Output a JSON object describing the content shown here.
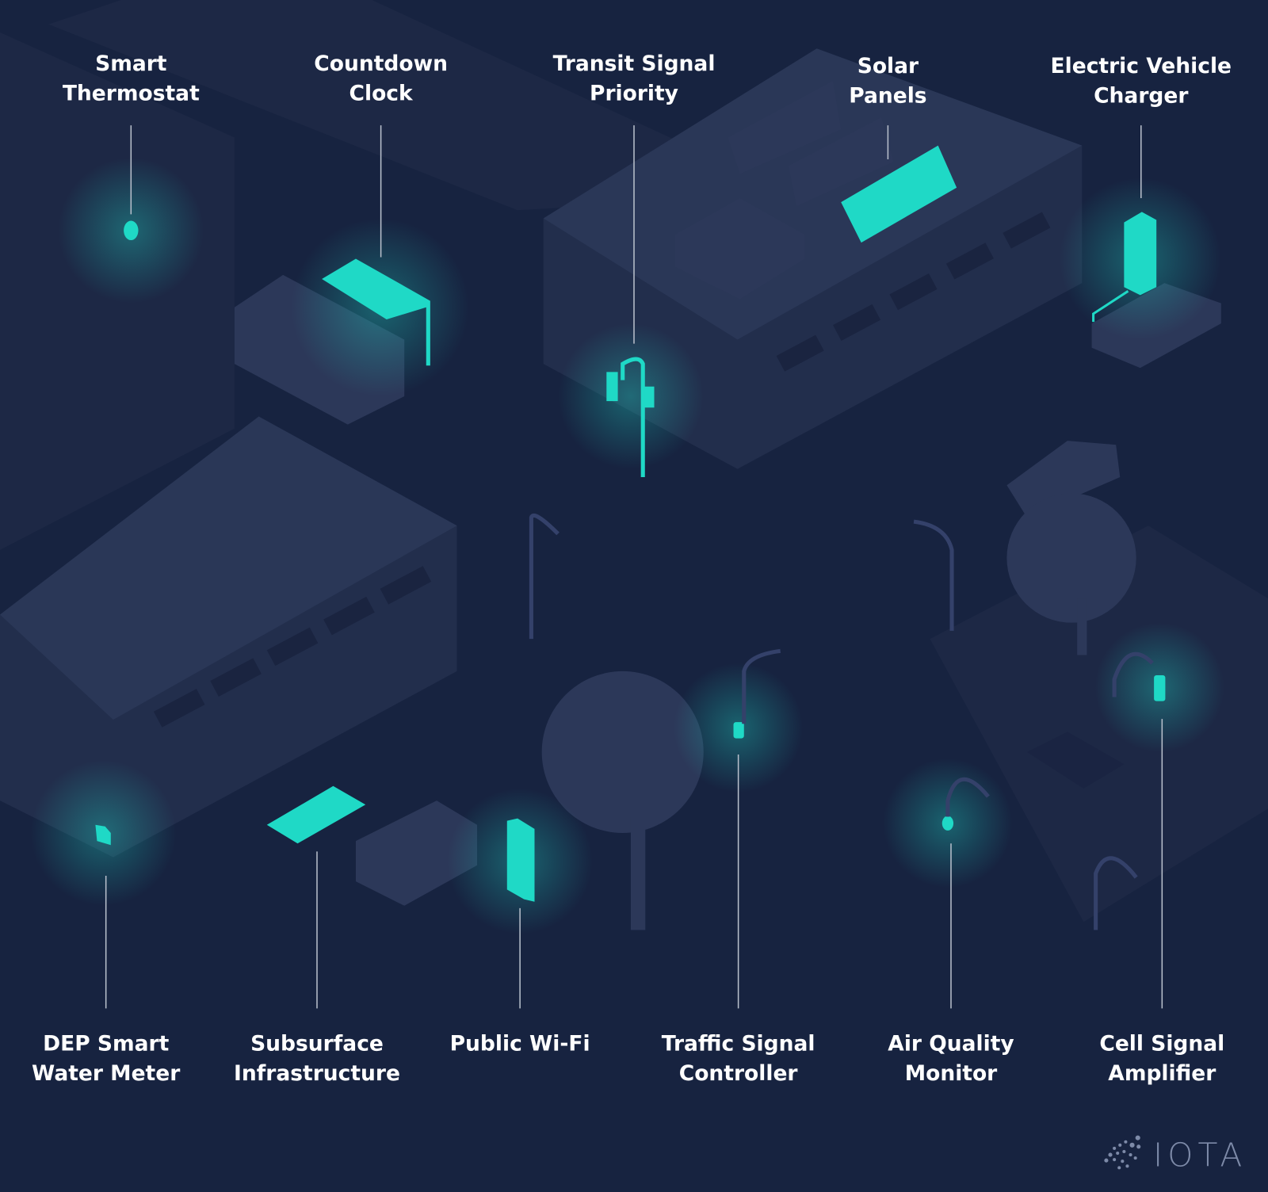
{
  "top_labels": [
    {
      "line1": "Smart",
      "line2": "Thermostat"
    },
    {
      "line1": "Countdown",
      "line2": "Clock"
    },
    {
      "line1": "Transit Signal",
      "line2": "Priority"
    },
    {
      "line1": "Solar",
      "line2": "Panels"
    },
    {
      "line1": "Electric Vehicle",
      "line2": "Charger"
    }
  ],
  "bottom_labels": [
    {
      "line1": "DEP Smart",
      "line2": "Water Meter"
    },
    {
      "line1": "Subsurface",
      "line2": "Infrastructure"
    },
    {
      "line1": "Public Wi-Fi"
    },
    {
      "line1": "Traffic Signal",
      "line2": "Controller"
    },
    {
      "line1": "Air Quality",
      "line2": "Monitor"
    },
    {
      "line1": "Cell Signal",
      "line2": "Amplifier"
    }
  ],
  "logo": {
    "text": "IOTA"
  },
  "colors": {
    "background": "#172340",
    "accent": "#1fd9c6",
    "label": "#ffffff"
  }
}
